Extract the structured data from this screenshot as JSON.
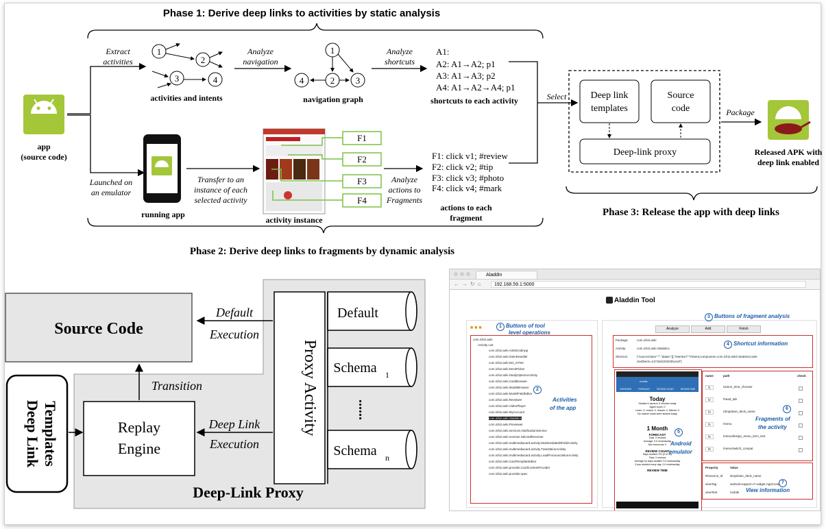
{
  "colors": {
    "android_green": "#a4c639",
    "box_border": "#7ac142",
    "accent_blue": "#1a5ba8",
    "red_border": "#c9302c",
    "proxy_gray": "#e6e6e6"
  },
  "phase1": {
    "title": "Phase 1: Derive deep links to activities by static analysis",
    "extract": [
      "Extract",
      "activities"
    ],
    "analyze_nav": [
      "Analyze",
      "navigation"
    ],
    "analyze_shortcuts": [
      "Analyze",
      "shortcuts"
    ],
    "activities_label": "activities and intents",
    "nav_graph_label": "navigation graph",
    "shortcuts_label": "shortcuts to each activity",
    "nodes": [
      "1",
      "2",
      "3",
      "4"
    ],
    "shortcuts": [
      "A1:",
      "A2: A1→A2; p1",
      "A3: A1→A3; p2",
      "A4: A1→A2→A4; p1"
    ]
  },
  "app": {
    "label1": "app",
    "label2": "(source code)"
  },
  "phase2": {
    "title": "Phase 2: Derive deep links to fragments by dynamic analysis",
    "launched": [
      "Launched on",
      "an emulator"
    ],
    "running_app": "running app",
    "transfer": [
      "Transfer to an",
      "instance of each",
      "selected activity"
    ],
    "activity_instance": "activity instance",
    "fragments": [
      "F1",
      "F2",
      "F3",
      "F4"
    ],
    "analyze_frag": [
      "Analyze",
      "actions to",
      "Fragments"
    ],
    "actions": [
      "F1: click v1; #review",
      "F2: click v2; #tip",
      "F3: click v3; #photo",
      "F4: click v4; #mark"
    ],
    "actions_label": [
      "actions to each",
      "fragment"
    ]
  },
  "phase3": {
    "title": "Phase 3: Release the app with deep links",
    "select": "Select",
    "templates": [
      "Deep link",
      "templates"
    ],
    "source": [
      "Source",
      "code"
    ],
    "proxy": "Deep-link proxy",
    "package": "Package",
    "released": [
      "Released APK with",
      "deep link enabled"
    ]
  },
  "proxy_diagram": {
    "source_code": "Source Code",
    "default_exec": [
      "Default",
      "Execution"
    ],
    "transition": "Transition",
    "deep_link_exec": [
      "Deep Link",
      "Execution"
    ],
    "replay": [
      "Replay",
      "Engine"
    ],
    "proxy_activity": "Proxy Activity",
    "default": "Default",
    "schema": "Schema",
    "sub1": "1",
    "subn": "n",
    "dots": "......",
    "templates": [
      "Deep Link",
      "Templates"
    ],
    "title": "Deep-Link Proxy"
  },
  "screenshot": {
    "tab": "Aladdin",
    "url": "192.168.59.1:5000",
    "title": "Aladdin Tool",
    "notes": {
      "n1": [
        "Buttons of tool",
        "level operations"
      ],
      "n2": [
        "Activities",
        "of the app"
      ],
      "n3": "Buttons of fragment analysis",
      "n4": "Shortcut information",
      "n5": [
        "Android",
        "emulator"
      ],
      "n6": [
        "Fragments of",
        "the activity"
      ],
      "n7": "View information"
    },
    "circles": [
      "1",
      "2",
      "3",
      "4",
      "5",
      "6",
      "7"
    ],
    "buttons": [
      "Analyze",
      "Add",
      "Finish"
    ],
    "tree": [
      "com.ichi2.anki",
      "Activity List",
      "com.ichi2.anki.AnkiDroidApp",
      "com.ichi2.anki.IntentHandler",
      "com.ichi2.anki.DO_SYNC",
      "com.ichi2.anki.DeckPicker",
      "com.ichi2.anki.StudyOptionsActivity",
      "com.ichi2.anki.CardBrowser",
      "com.ichi2.anki.ModelBrowser",
      "com.ichi2.anki.ModelFieldEditor",
      "com.ichi2.anki.Reviewer",
      "com.ichi2.anki.VideoPlayer",
      "com.ichi2.anki.MyAccount",
      "com.ichi2.anki.Statistics",
      "com.ichi2.anki.Previewer",
      "com.ichi2.anki.services.NotificationService",
      "com.ichi2.anki.receiver.SdCardReceiver",
      "com.ichi2.anki.multimediacard.activity.MultimediaEditFieldActivity",
      "com.ichi2.anki.multimediacard.activity.TranslationActivity",
      "com.ichi2.anki.multimediacard.activity.LoadPronounciationActivity",
      "com.ichi2.anki.CardTemplateEditor",
      "com.ichi2.anki.provider.CardContentProvider",
      "com.ichi2.anki.provider.spec"
    ],
    "info": [
      [
        "Package:",
        "com.ichi2.anki"
      ],
      [
        "Activity:",
        "com.ichi2.anki.Statistics"
      ],
      [
        "Shortcut:",
        "{\"sourceClass\":\"\",\"datas\":[],\"intentUri\":\"#Intent;component=com.ichi2.anki/.Statistics;sele"
      ],
      [
        "",
        "ctedDeck=1471842202036;end\"}"
      ]
    ],
    "frag_headers": [
      "name",
      "path",
      "check"
    ],
    "frag_rows": [
      [
        "f1",
        "/action_time_chooser"
      ],
      [
        "f2",
        "/head_tab"
      ],
      [
        "f3",
        "/dropdown_deck_name"
      ],
      [
        "f4",
        "/menu"
      ],
      [
        "f5",
        "/menu/design_menu_item_text"
      ],
      [
        "f6",
        "/menu/switch_compat"
      ]
    ],
    "prop_headers": [
      "Property",
      "Value"
    ],
    "props": [
      [
        "Resource_id",
        "dropdown_deck_name"
      ],
      [
        "viewTag",
        "android.support.v7.widget.AppComp"
      ],
      [
        "viewText",
        "mobile"
      ]
    ],
    "phone": {
      "tabs": [
        "OVERVIEW",
        "FORECAST",
        "REVIEW COUNT",
        "REVIEW TIME"
      ],
      "today": "Today",
      "today_lines": [
        "Studied 0 cards in 0 minutes today",
        "Again count: 0",
        "Learn: 0, review: 0, relearn: 0, filtered: 0",
        "No mature cards were studied today"
      ],
      "month": "1 Month",
      "forecast": "FORECAST",
      "forecast_lines": [
        "Total: 0 reviews",
        "Average: 0.0 reviews/day",
        "Due tomorrow: 0"
      ],
      "review_count": "REVIEW COUNT",
      "review_lines": [
        "Days studied: 0% (0 of 30)",
        "Total: 0 reviews",
        "Average for days studied: 0.0 reviews/day",
        "If you studied every day: 0.0 reviews/day"
      ],
      "review_time": "REVIEW TIME",
      "deck": "mobile"
    }
  }
}
